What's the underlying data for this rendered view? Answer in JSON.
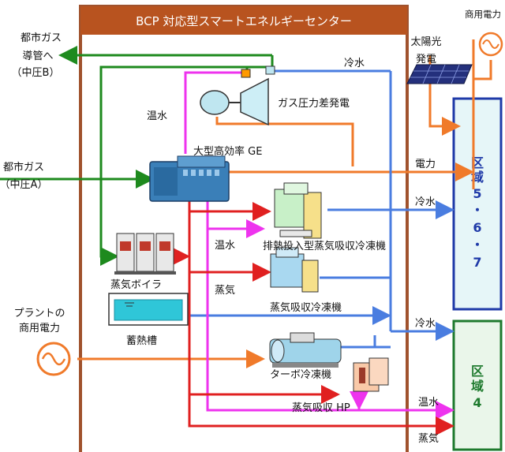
{
  "title": "BCP 対応型スマートエネルギーセンター",
  "colors": {
    "frame": "#a0522d",
    "title_bg": "#b8531f",
    "power": "#f07a2a",
    "gas": "#1e8a1e",
    "cold_water": "#4a7de0",
    "hot_water": "#ee33ee",
    "steam": "#e02020",
    "zone1_fill": "#e6f6f8",
    "zone1_border": "#1f3aa8",
    "zone2_fill": "#eaf6ea",
    "zone2_border": "#1e7a2e"
  },
  "labels": {
    "city_gas_pipe": [
      "都市ガス",
      "導管へ",
      "（中圧B）"
    ],
    "city_gas_in": [
      "都市ガス",
      "（中圧A）"
    ],
    "plant_power": [
      "プラントの",
      "商用電力"
    ],
    "commercial_power": "商用電力",
    "solar": [
      "太陽光",
      "発電"
    ],
    "gas_pressure_gen": "ガス圧力差発電",
    "ge": "大型高効率 GE",
    "hot_water_1": "温水",
    "hot_water_2": "温水",
    "steam_1": "蒸気",
    "exhaust_chiller": "排熱投入型蒸気吸収冷凍機",
    "steam_chiller": "蒸気吸収冷凍機",
    "steam_boiler": "蒸気ボイラ",
    "storage_tank": "蓄熱槽",
    "turbo_chiller": "ターボ冷凍機",
    "steam_hp": "蒸気吸収 HP",
    "out_cold_water_top": "冷水",
    "out_power": "電力",
    "out_cold_water_1": "冷水",
    "out_cold_water_2": "冷水",
    "out_hot_water": "温水",
    "out_steam": "蒸気"
  },
  "zones": {
    "zone_a": [
      "区",
      "域",
      "5",
      "・",
      "6",
      "・",
      "7"
    ],
    "zone_b": [
      "区",
      "域",
      "4"
    ]
  },
  "icons": [
    "gas-turbine-icon",
    "gas-engine-icon",
    "steam-boiler-icon",
    "solar-panel-icon",
    "ac-source-icon",
    "chiller-icon",
    "heat-pump-icon",
    "storage-tank-icon"
  ]
}
